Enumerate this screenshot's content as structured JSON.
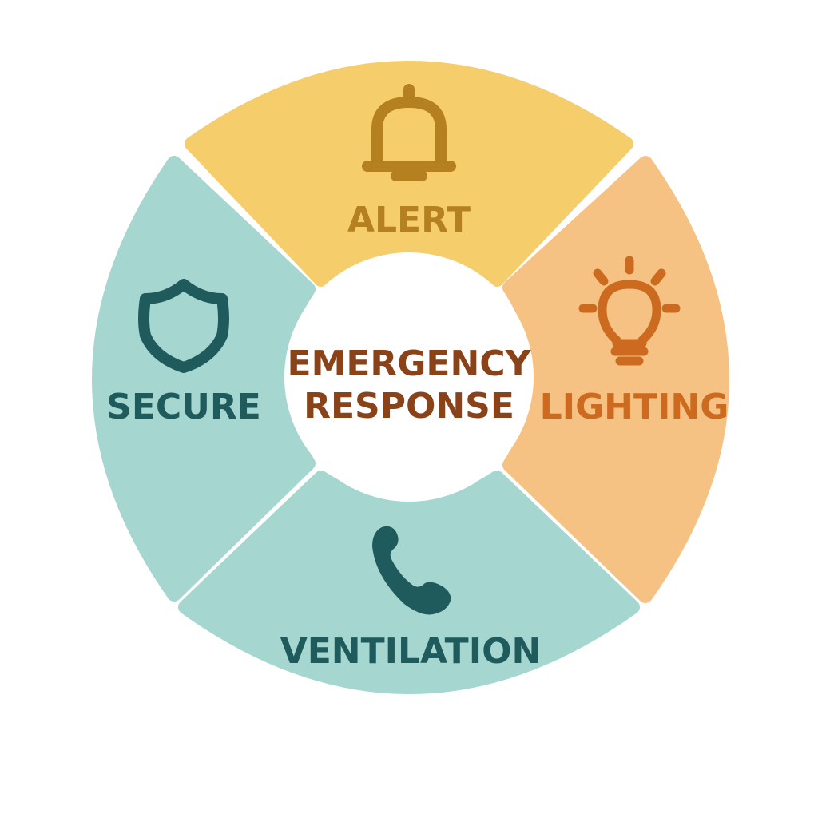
{
  "center": {
    "line1": "EMERGENCY",
    "line2": "RESPONSE",
    "color": "#8a4218"
  },
  "segments": {
    "alert": {
      "label": "ALERT",
      "icon": "bell-icon",
      "fill": "#f6cd6b",
      "ink": "#b5801f"
    },
    "lighting": {
      "label": "LIGHTING",
      "icon": "lightbulb-icon",
      "fill": "#f6c283",
      "ink": "#cc6a1f"
    },
    "ventilation": {
      "label": "VENTILATION",
      "icon": "phone-icon",
      "fill": "#a6d6d0",
      "ink": "#1f5a5c"
    },
    "secure": {
      "label": "SECURE",
      "icon": "shield-icon",
      "fill": "#a6d6d0",
      "ink": "#1f5a5c"
    }
  }
}
